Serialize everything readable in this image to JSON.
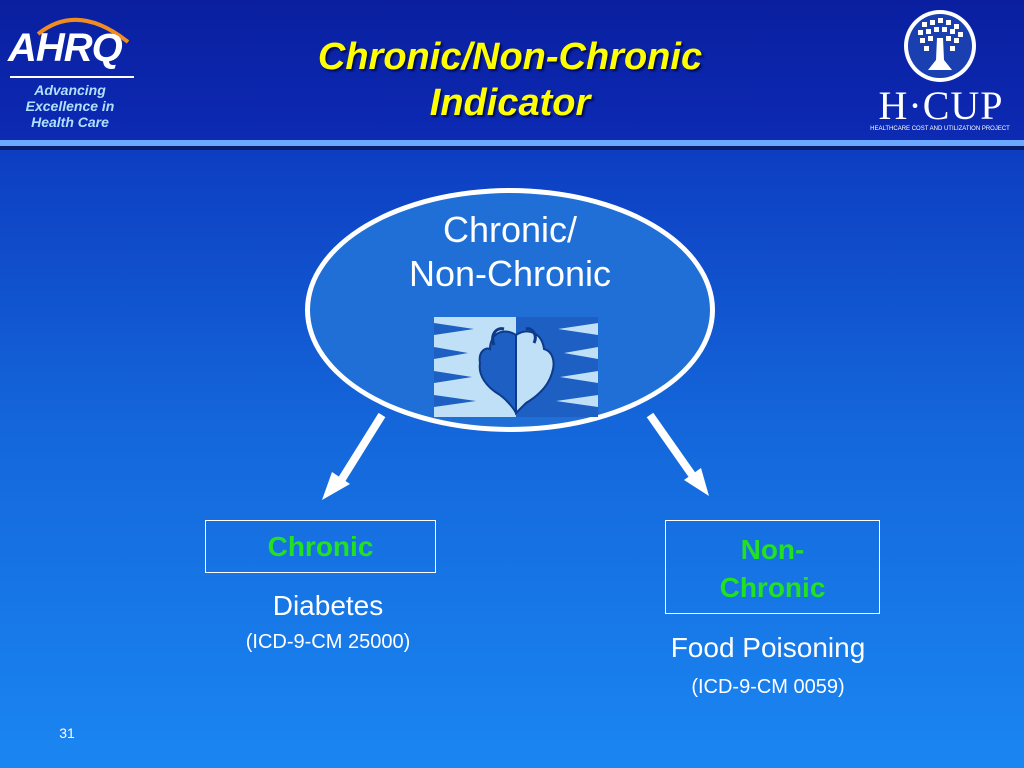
{
  "header": {
    "title_line1": "Chronic/Non-Chronic",
    "title_line2": "Indicator"
  },
  "ahrq_logo": {
    "wordmark": "AHRQ",
    "tagline": [
      "Advancing",
      "Excellence in",
      "Health Care"
    ]
  },
  "hcup_logo": {
    "wordmark": "H·CUP",
    "subtitle": "HEALTHCARE COST AND UTILIZATION PROJECT"
  },
  "central": {
    "line1": "Chronic/",
    "line2": "Non-Chronic",
    "icon": "heart-icon"
  },
  "categories": [
    {
      "label": "Chronic",
      "example_name": "Diabetes",
      "example_code": "(ICD-9-CM 25000)"
    },
    {
      "label_line1": "Non-",
      "label_line2": "Chronic",
      "example_name": "Food Poisoning",
      "example_code": "(ICD-9-CM 0059)"
    }
  ],
  "slide_number": "31",
  "colors": {
    "title": "#ffff00",
    "category_label": "#22e022",
    "tagline": "#aee0ff"
  }
}
